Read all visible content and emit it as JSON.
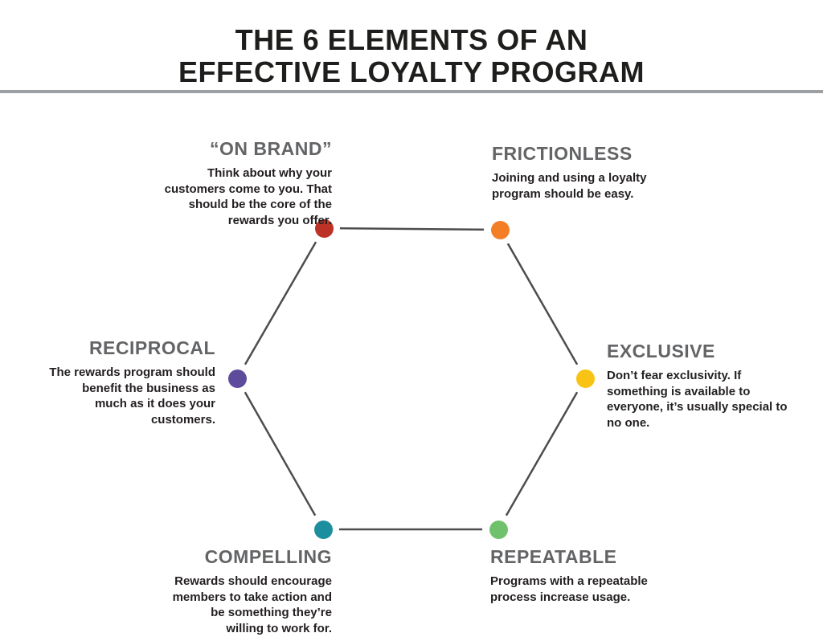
{
  "title": {
    "line1": "THE 6 ELEMENTS OF AN",
    "line2": "EFFECTIVE LOYALTY PROGRAM"
  },
  "elements": [
    {
      "id": "on-brand",
      "label": "“ON BRAND”",
      "description": "Think about why your customers come to you. That should be the core of the rewards you offer.",
      "color": "#bd3226"
    },
    {
      "id": "frictionless",
      "label": "FRICTIONLESS",
      "description": "Joining and using a loyalty program should be easy.",
      "color": "#f37e26"
    },
    {
      "id": "reciprocal",
      "label": "RECIPROCAL",
      "description": "The rewards program should benefit the business as much as it does your customers.",
      "color": "#5e4b9c"
    },
    {
      "id": "exclusive",
      "label": "EXCLUSIVE",
      "description": "Don’t fear exclusivity. If something is available to everyone, it’s usually special to no one.",
      "color": "#f9c313"
    },
    {
      "id": "compelling",
      "label": "COMPELLING",
      "description": "Rewards should encourage members to take action and be something they’re willing to work for.",
      "color": "#1d8e9e"
    },
    {
      "id": "repeatable",
      "label": "REPEATABLE",
      "description": "Programs with a repeatable process increase usage.",
      "color": "#70c16c"
    }
  ],
  "palette": {
    "title_text": "#1e1e1c",
    "heading_text": "#636466",
    "body_text": "#231f20",
    "connector_line": "#4d4d4f",
    "divider": "#9da0a2",
    "node_ring": "#ffffff"
  }
}
